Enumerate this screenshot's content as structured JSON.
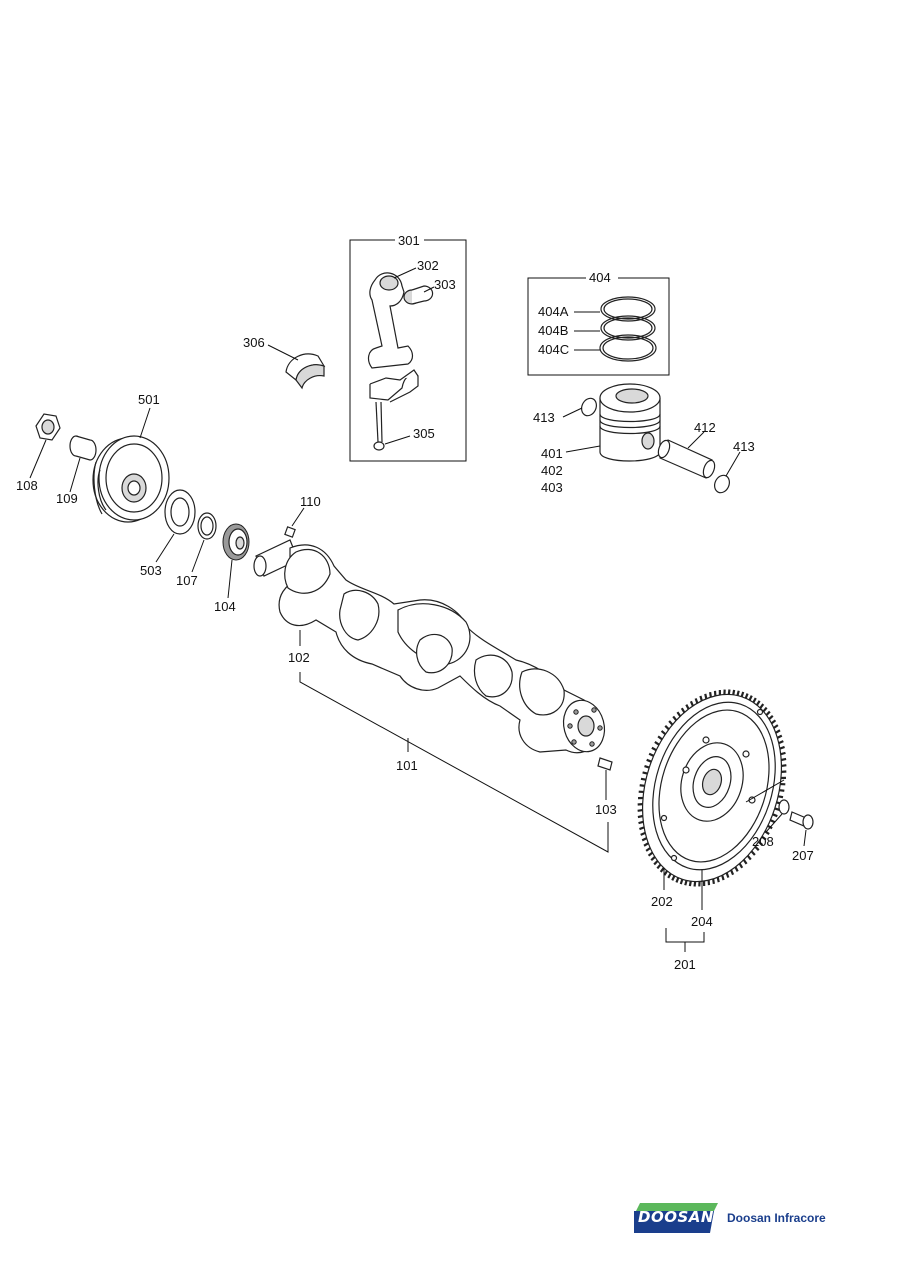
{
  "callouts": {
    "c101": "101",
    "c102": "102",
    "c103": "103",
    "c104": "104",
    "c107": "107",
    "c108": "108",
    "c109": "109",
    "c110": "110",
    "c201": "201",
    "c202": "202",
    "c204": "204",
    "c207": "207",
    "c208": "208",
    "c301": "301",
    "c302": "302",
    "c303": "303",
    "c305": "305",
    "c306": "306",
    "c401": "401",
    "c402": "402",
    "c403": "403",
    "c404": "404",
    "c404a": "404A",
    "c404b": "404B",
    "c404c": "404C",
    "c412": "412",
    "c413a": "413",
    "c413b": "413",
    "c501": "501",
    "c503": "503"
  },
  "logo": {
    "wordmark": "DOOSAN",
    "company": "Doosan Infracore",
    "colors": {
      "dark_blue": "#1a3e8c",
      "light_blue": "#4aa3df",
      "green": "#5cb85c"
    }
  }
}
